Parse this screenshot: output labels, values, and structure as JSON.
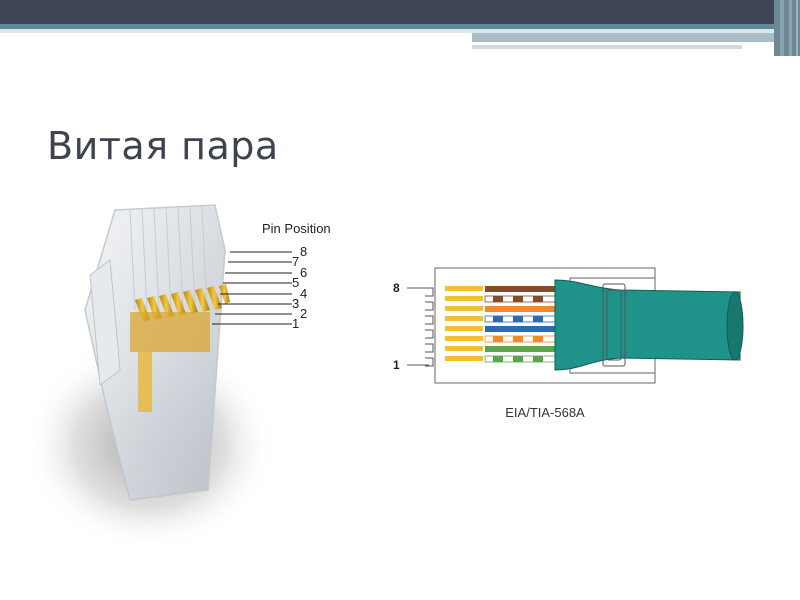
{
  "slide": {
    "title": "Витая пара"
  },
  "plug_photo": {
    "heading": "Pin Position",
    "pins": [
      "8",
      "7",
      "6",
      "5",
      "4",
      "3",
      "2",
      "1"
    ]
  },
  "wiring_diagram": {
    "standard": "EIA/TIA-568A",
    "label_top": "8",
    "label_bottom": "1"
  },
  "colors": {
    "header_dark": "#3d4456",
    "header_accent": "#5f8a99",
    "cable_teal": "#1f938a",
    "pin_gold": "#e6b53a",
    "wire_brown": "#8a4a28",
    "wire_orange": "#f08a2a",
    "wire_blue": "#2a6ab8",
    "wire_green": "#5aa64a",
    "wire_yellow": "#f0c030"
  }
}
